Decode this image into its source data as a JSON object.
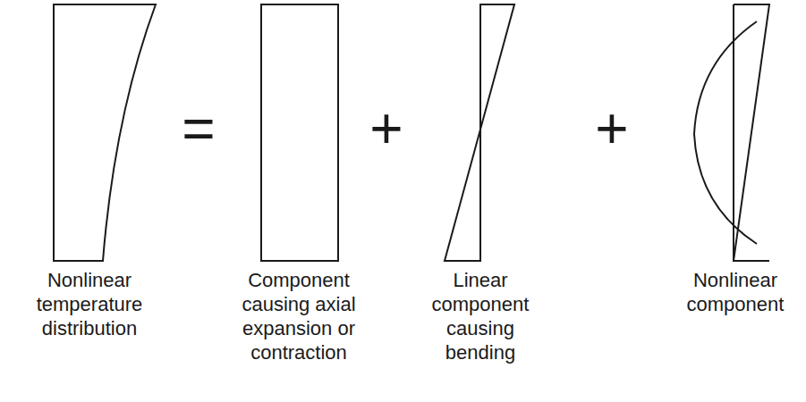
{
  "diagram": {
    "labels": [
      "=",
      "+",
      "+",
      "Nonlinear temperature distribution",
      "Component causing axial expansion or contraction",
      "Linear component causing bending",
      "Nonlinear component"
    ]
  }
}
